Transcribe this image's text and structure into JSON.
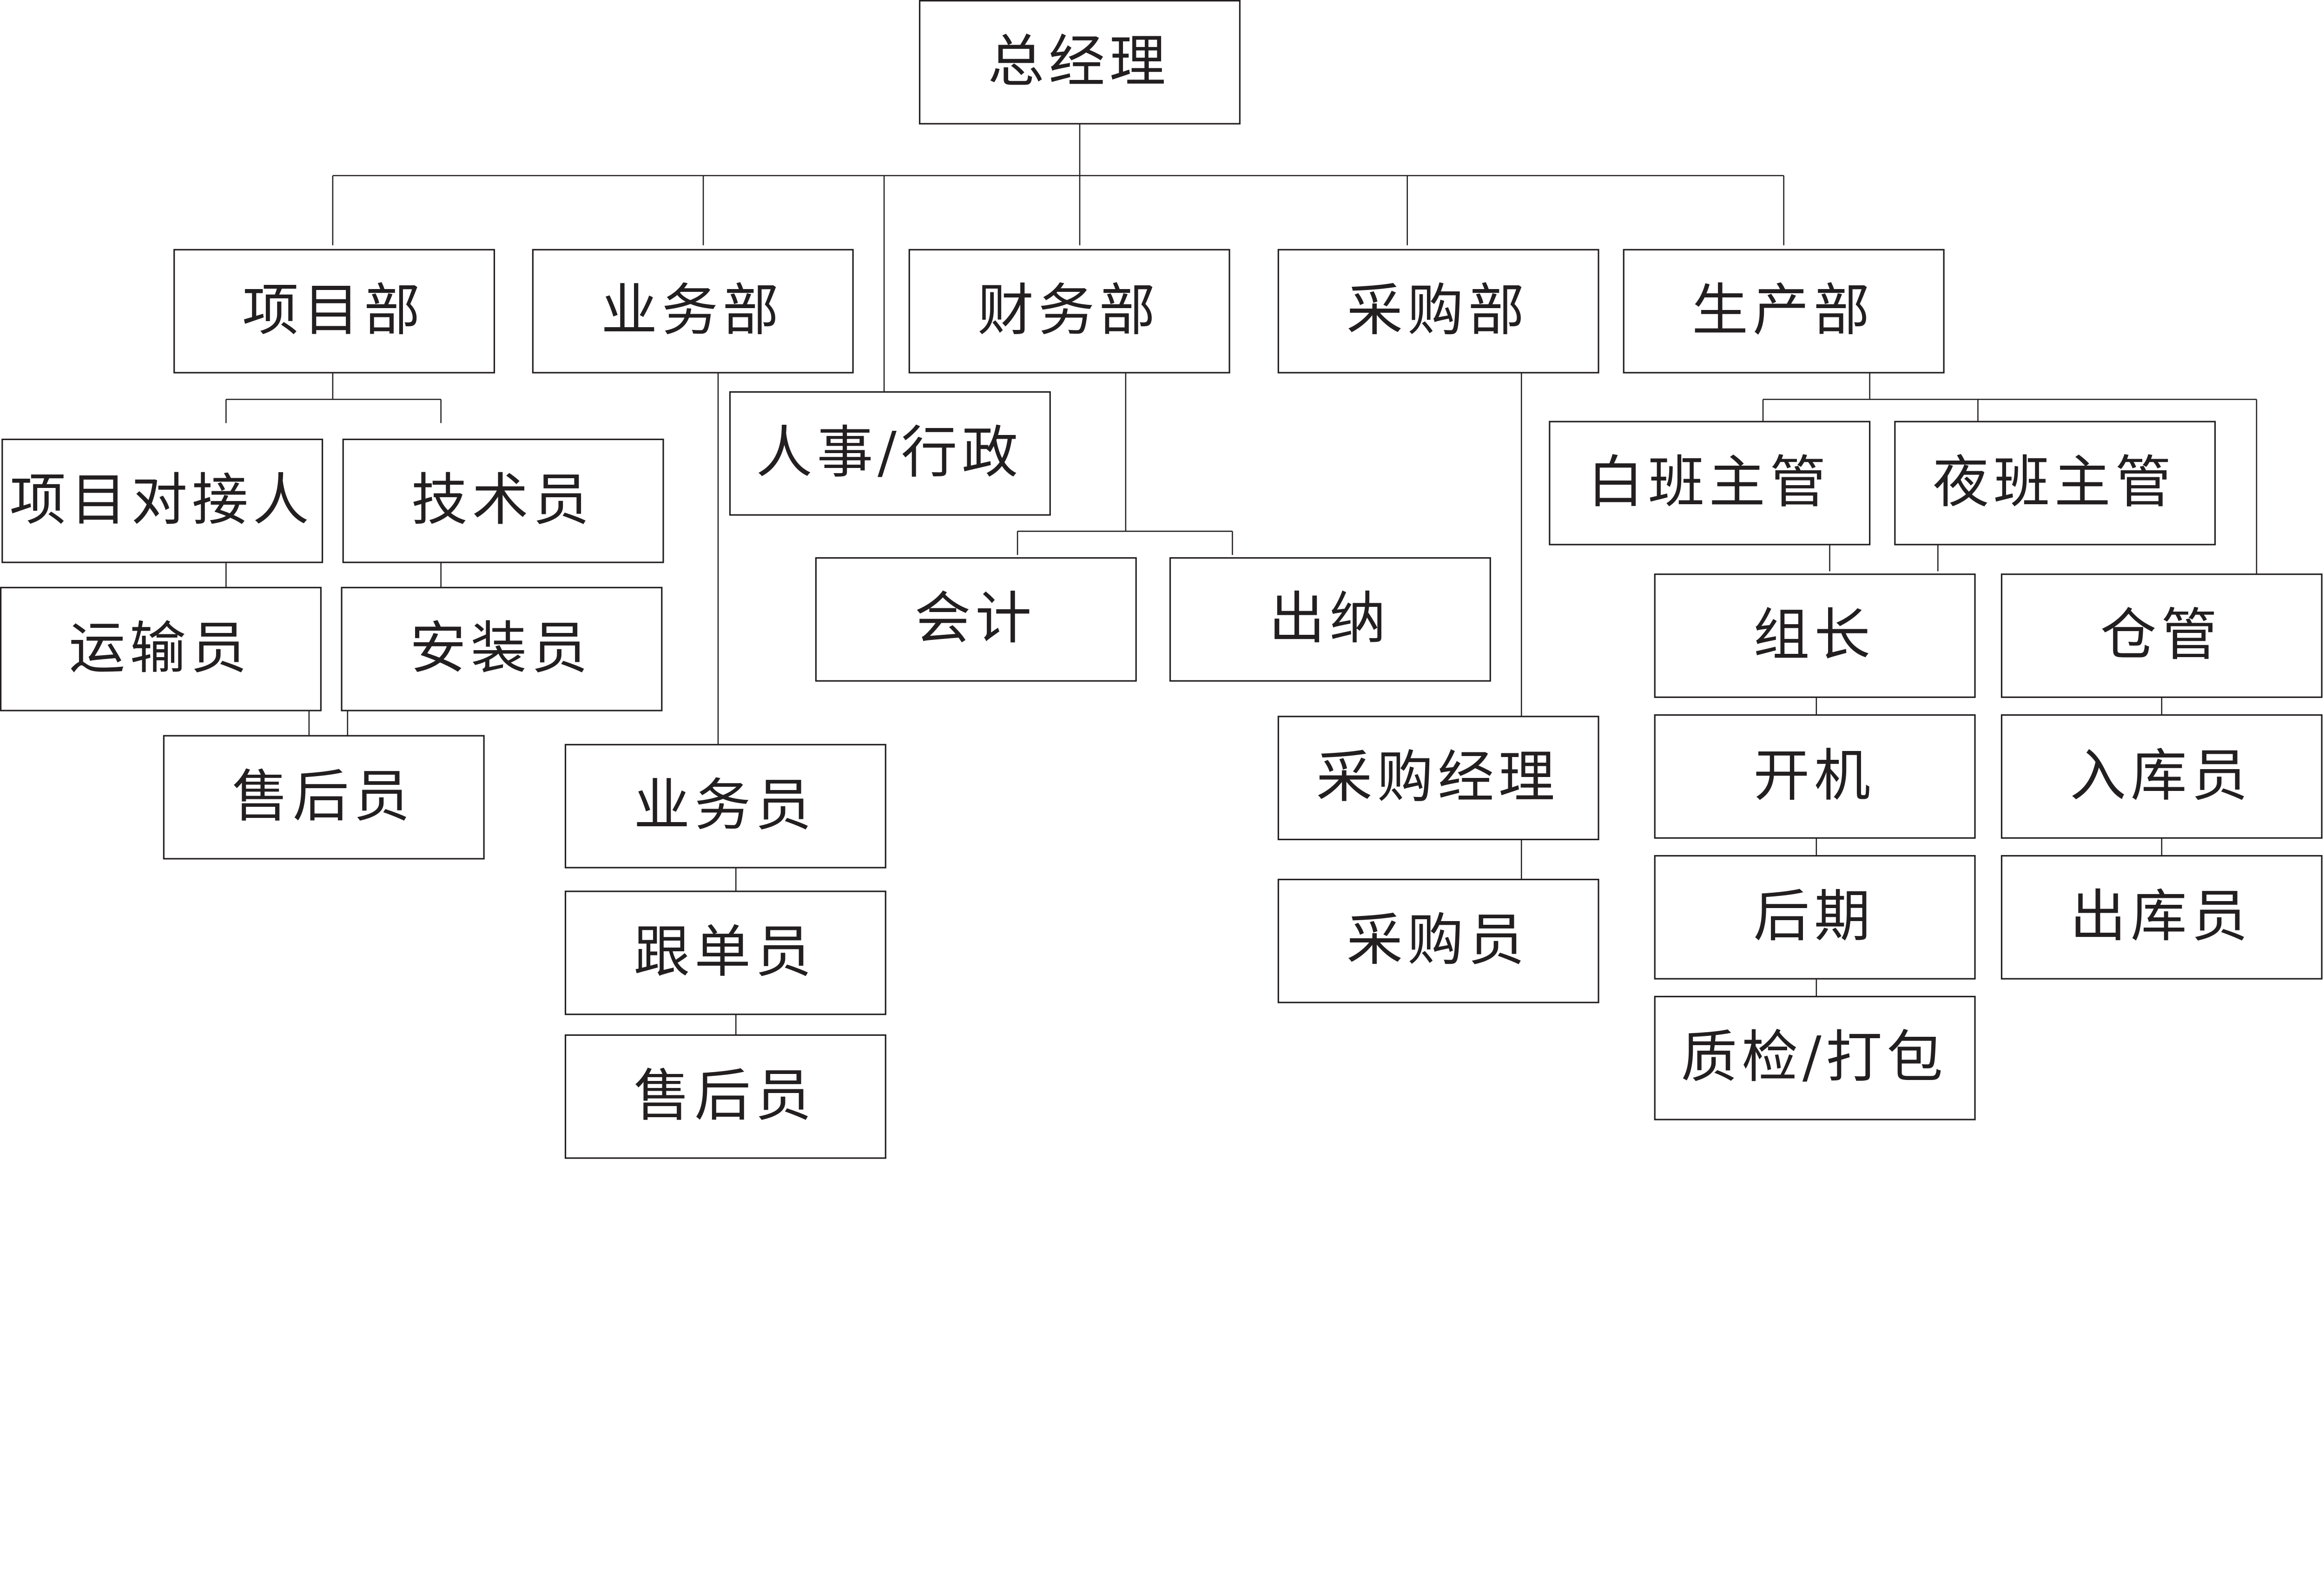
{
  "nodes": {
    "gm": "总经理",
    "project_dept": "项目部",
    "business_dept": "业务部",
    "finance_dept": "财务部",
    "purchase_dept": "采购部",
    "production_dept": "生产部",
    "hr_admin": "人事/行政",
    "project_liaison": "项目对接人",
    "technician": "技术员",
    "transporter": "运输员",
    "installer": "安装员",
    "after_sales_project": "售后员",
    "accountant": "会计",
    "cashier": "出纳",
    "salesperson": "业务员",
    "merchandiser": "跟单员",
    "after_sales_business": "售后员",
    "purchase_manager": "采购经理",
    "purchaser": "采购员",
    "day_supervisor": "白班主管",
    "night_supervisor": "夜班主管",
    "team_leader": "组长",
    "warehouse_keeper": "仓管",
    "machine_operator": "开机",
    "post_processing": "后期",
    "receiving_clerk": "入库员",
    "qc_packing": "质检/打包",
    "shipping_clerk": "出库员"
  },
  "colors": {
    "line": "#231f20",
    "box_fill": "#ffffff"
  }
}
